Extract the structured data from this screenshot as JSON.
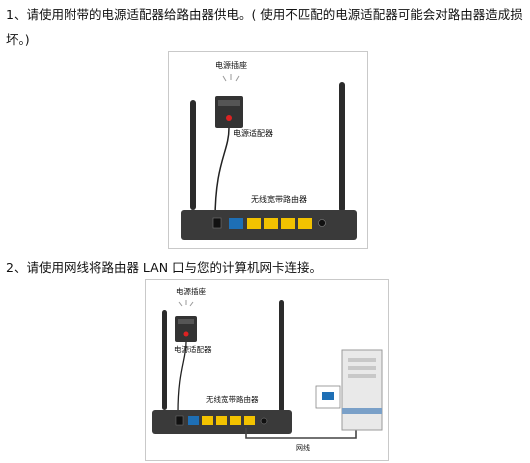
{
  "step1": {
    "text": "1、请使用附带的电源适配器给路由器供电。( 使用不匹配的电源适配器可能会对路由器造成损坏。)"
  },
  "step2": {
    "text": "2、请使用网线将路由器 LAN 口与您的计算机网卡连接。"
  },
  "figure1": {
    "outlet_label": "电源插座",
    "adapter_label": "电源适配器",
    "router_label": "无线宽带路由器"
  },
  "figure2": {
    "outlet_label": "电源插座",
    "adapter_label": "电源适配器",
    "router_label": "无线宽带路由器",
    "cable_label": "网线"
  },
  "colors": {
    "router_body": "#3a3a3a",
    "lan_port": "#f2c200",
    "wan_port": "#1e6fb5",
    "antenna": "#2b2b2b",
    "cable_pc": "#f2c200"
  }
}
